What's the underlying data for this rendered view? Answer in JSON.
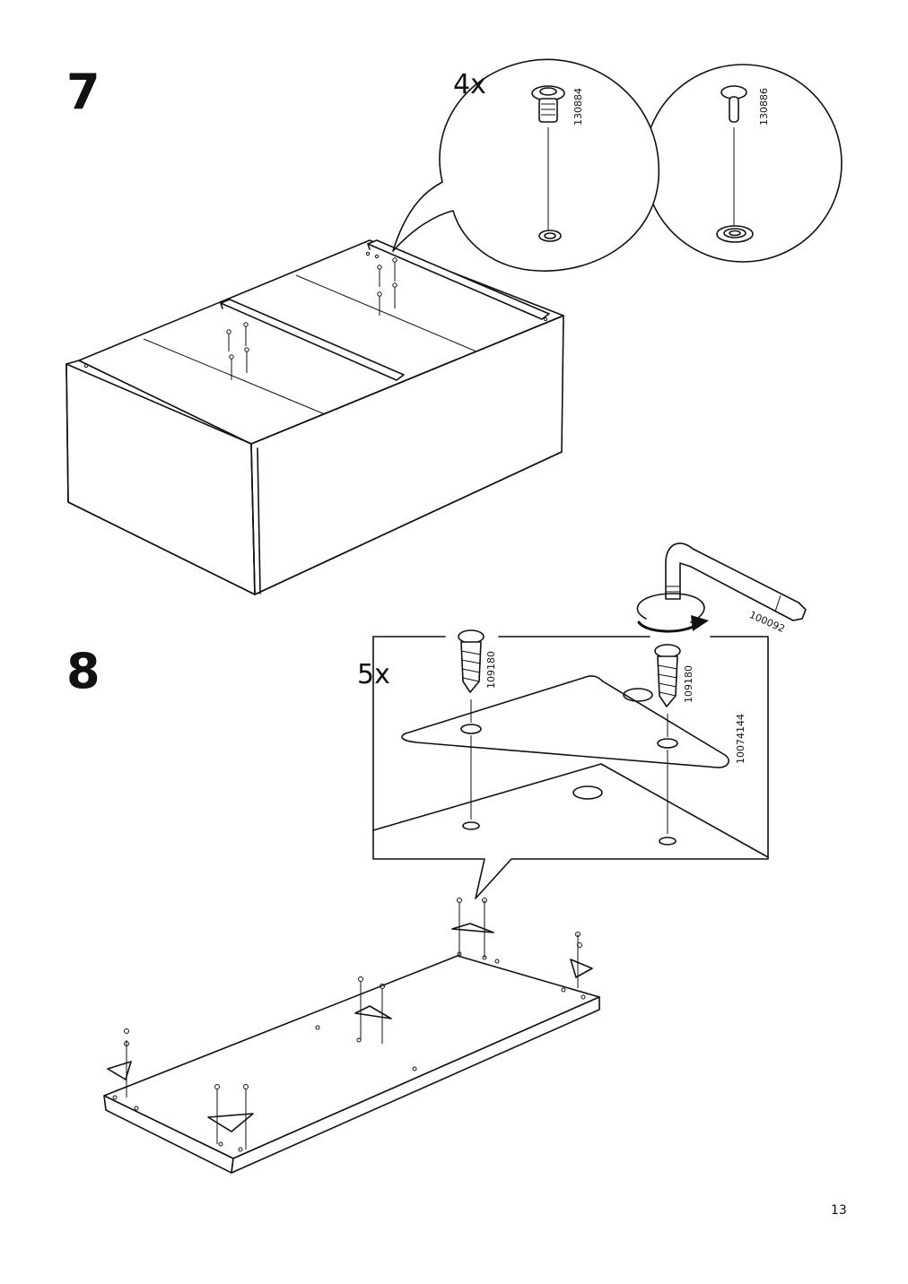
{
  "steps": [
    {
      "number": "7",
      "callout_count": "4x",
      "parts": [
        {
          "part_number": "130884",
          "icon": "threaded-insert-icon"
        },
        {
          "part_number": "130886",
          "icon": "pin-icon"
        }
      ]
    },
    {
      "number": "8",
      "callout_count": "5x",
      "tool": {
        "part_number": "100092",
        "icon": "allen-key-icon"
      },
      "parts": [
        {
          "part_number": "109180",
          "icon": "screw-icon"
        },
        {
          "part_number": "109180",
          "icon": "screw-icon"
        },
        {
          "part_number": "10074144",
          "icon": "corner-bracket-icon"
        }
      ]
    }
  ],
  "page_number": "13"
}
